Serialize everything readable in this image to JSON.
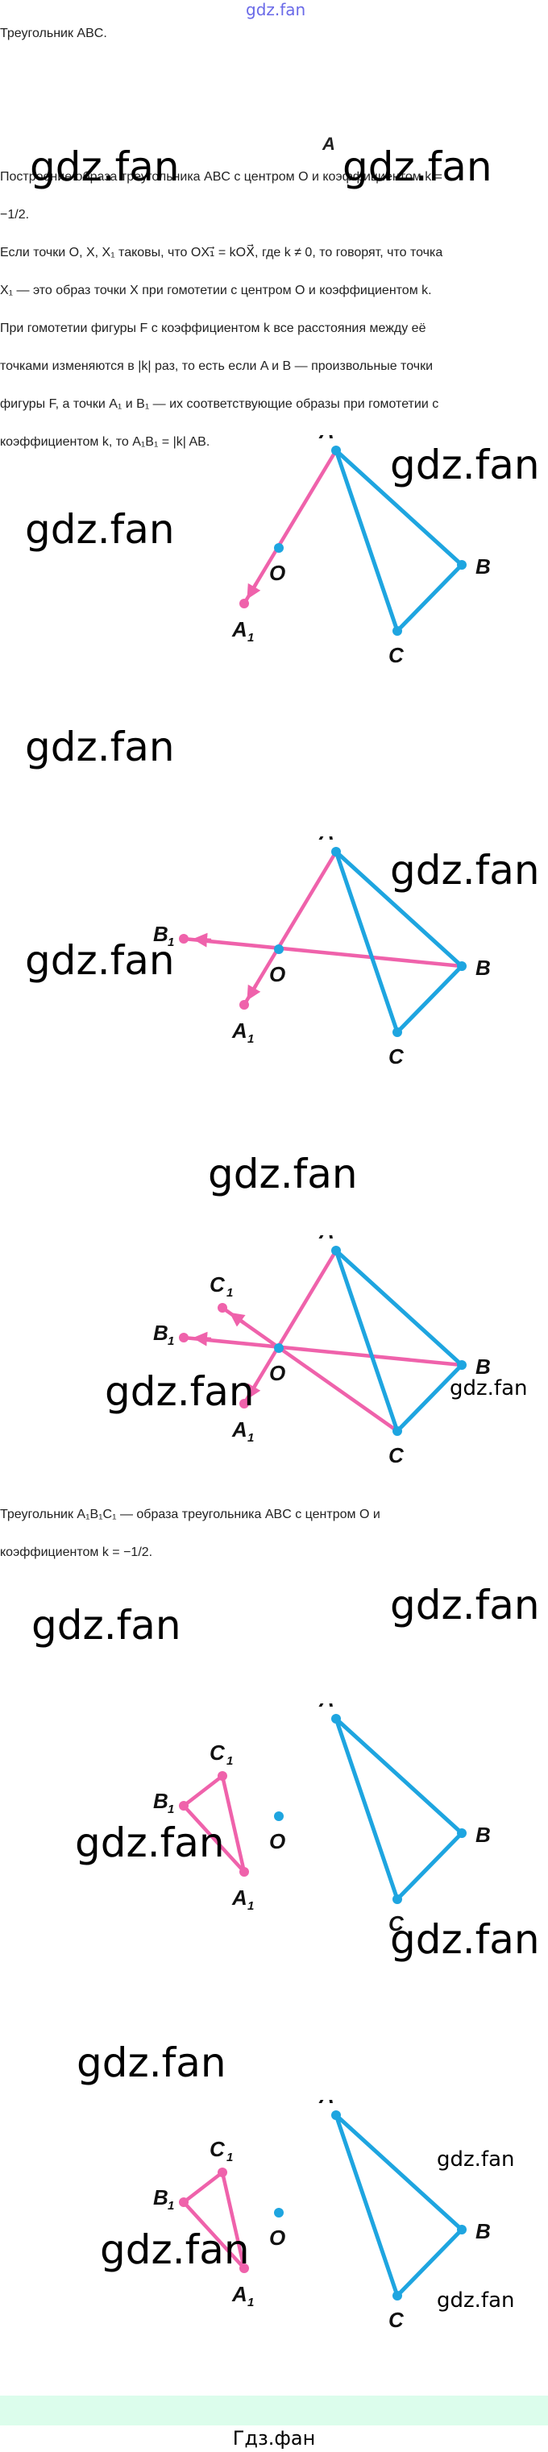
{
  "watermark_small": "gdz.fan",
  "watermark": "gdz.fan",
  "intro": "Треугольник ABC.",
  "stray_label": "A",
  "paragraph1": [
    "Построение образа треугольника ABC с центром O и коэффициентом k =",
    "−1/2.",
    "Если точки O, X, X₁ таковы, что OX₁⃗ = kOX⃗, где k ≠ 0, то говорят, что точка",
    "X₁ — это образ точки X при гомотетии с центром O и коэффициентом k.",
    "При гомотетии фигуры F с коэффициентом k все расстояния между её",
    "точками изменяются в |k| раз, то есть если A и B — произвольные точки",
    "фигуры F, а точки A₁ и B₁ — их соответствующие образы при гомотетии с",
    "коэффициентом k, то A₁B₁ = |k| AB."
  ],
  "paragraph2": [
    "Треугольник A₁B₁C₁ — образа треугольника ABC с центром O и",
    "коэффициентом k = −1/2."
  ],
  "labels": {
    "A": "A",
    "B": "B",
    "C": "C",
    "O": "O",
    "A1": "A",
    "B1": "B",
    "C1": "C",
    "sub": "1"
  },
  "colors": {
    "original": "#1ea5e0",
    "image": "#ef62ab",
    "footer_band": "#dcfdec"
  },
  "footer": "Гдз.фан"
}
